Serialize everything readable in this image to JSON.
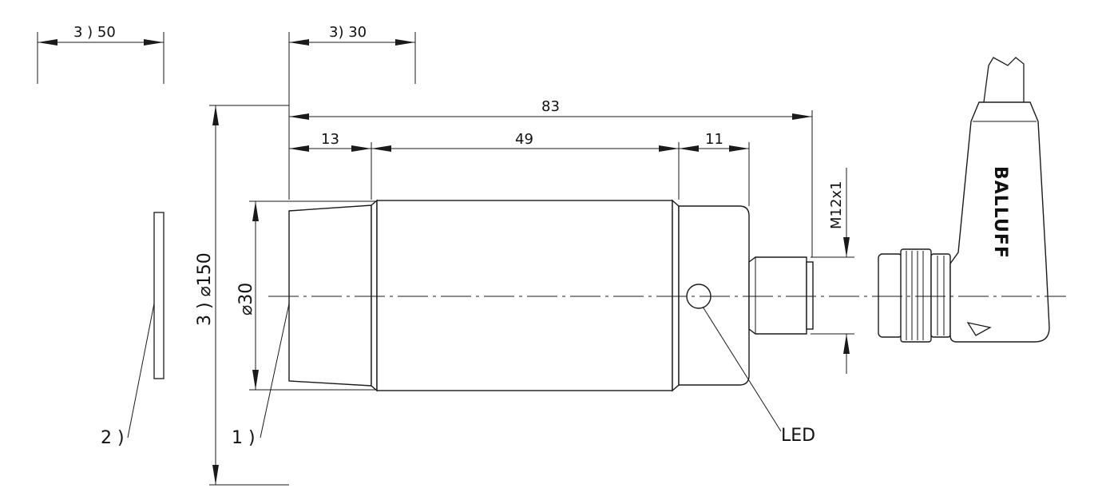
{
  "dimensions": {
    "top_left": "3 )  50",
    "top_mid": "3)  30",
    "overall_length": "83",
    "seg_front": "13",
    "seg_body": "49",
    "seg_rear": "11",
    "thread": "M12x1",
    "diameter_body": "⌀30",
    "diameter_field": "3 ) ⌀150"
  },
  "callouts": {
    "note_1": "1 )",
    "note_2": "2 )",
    "led": "LED"
  },
  "connector": {
    "brand": "BALLUFF"
  }
}
